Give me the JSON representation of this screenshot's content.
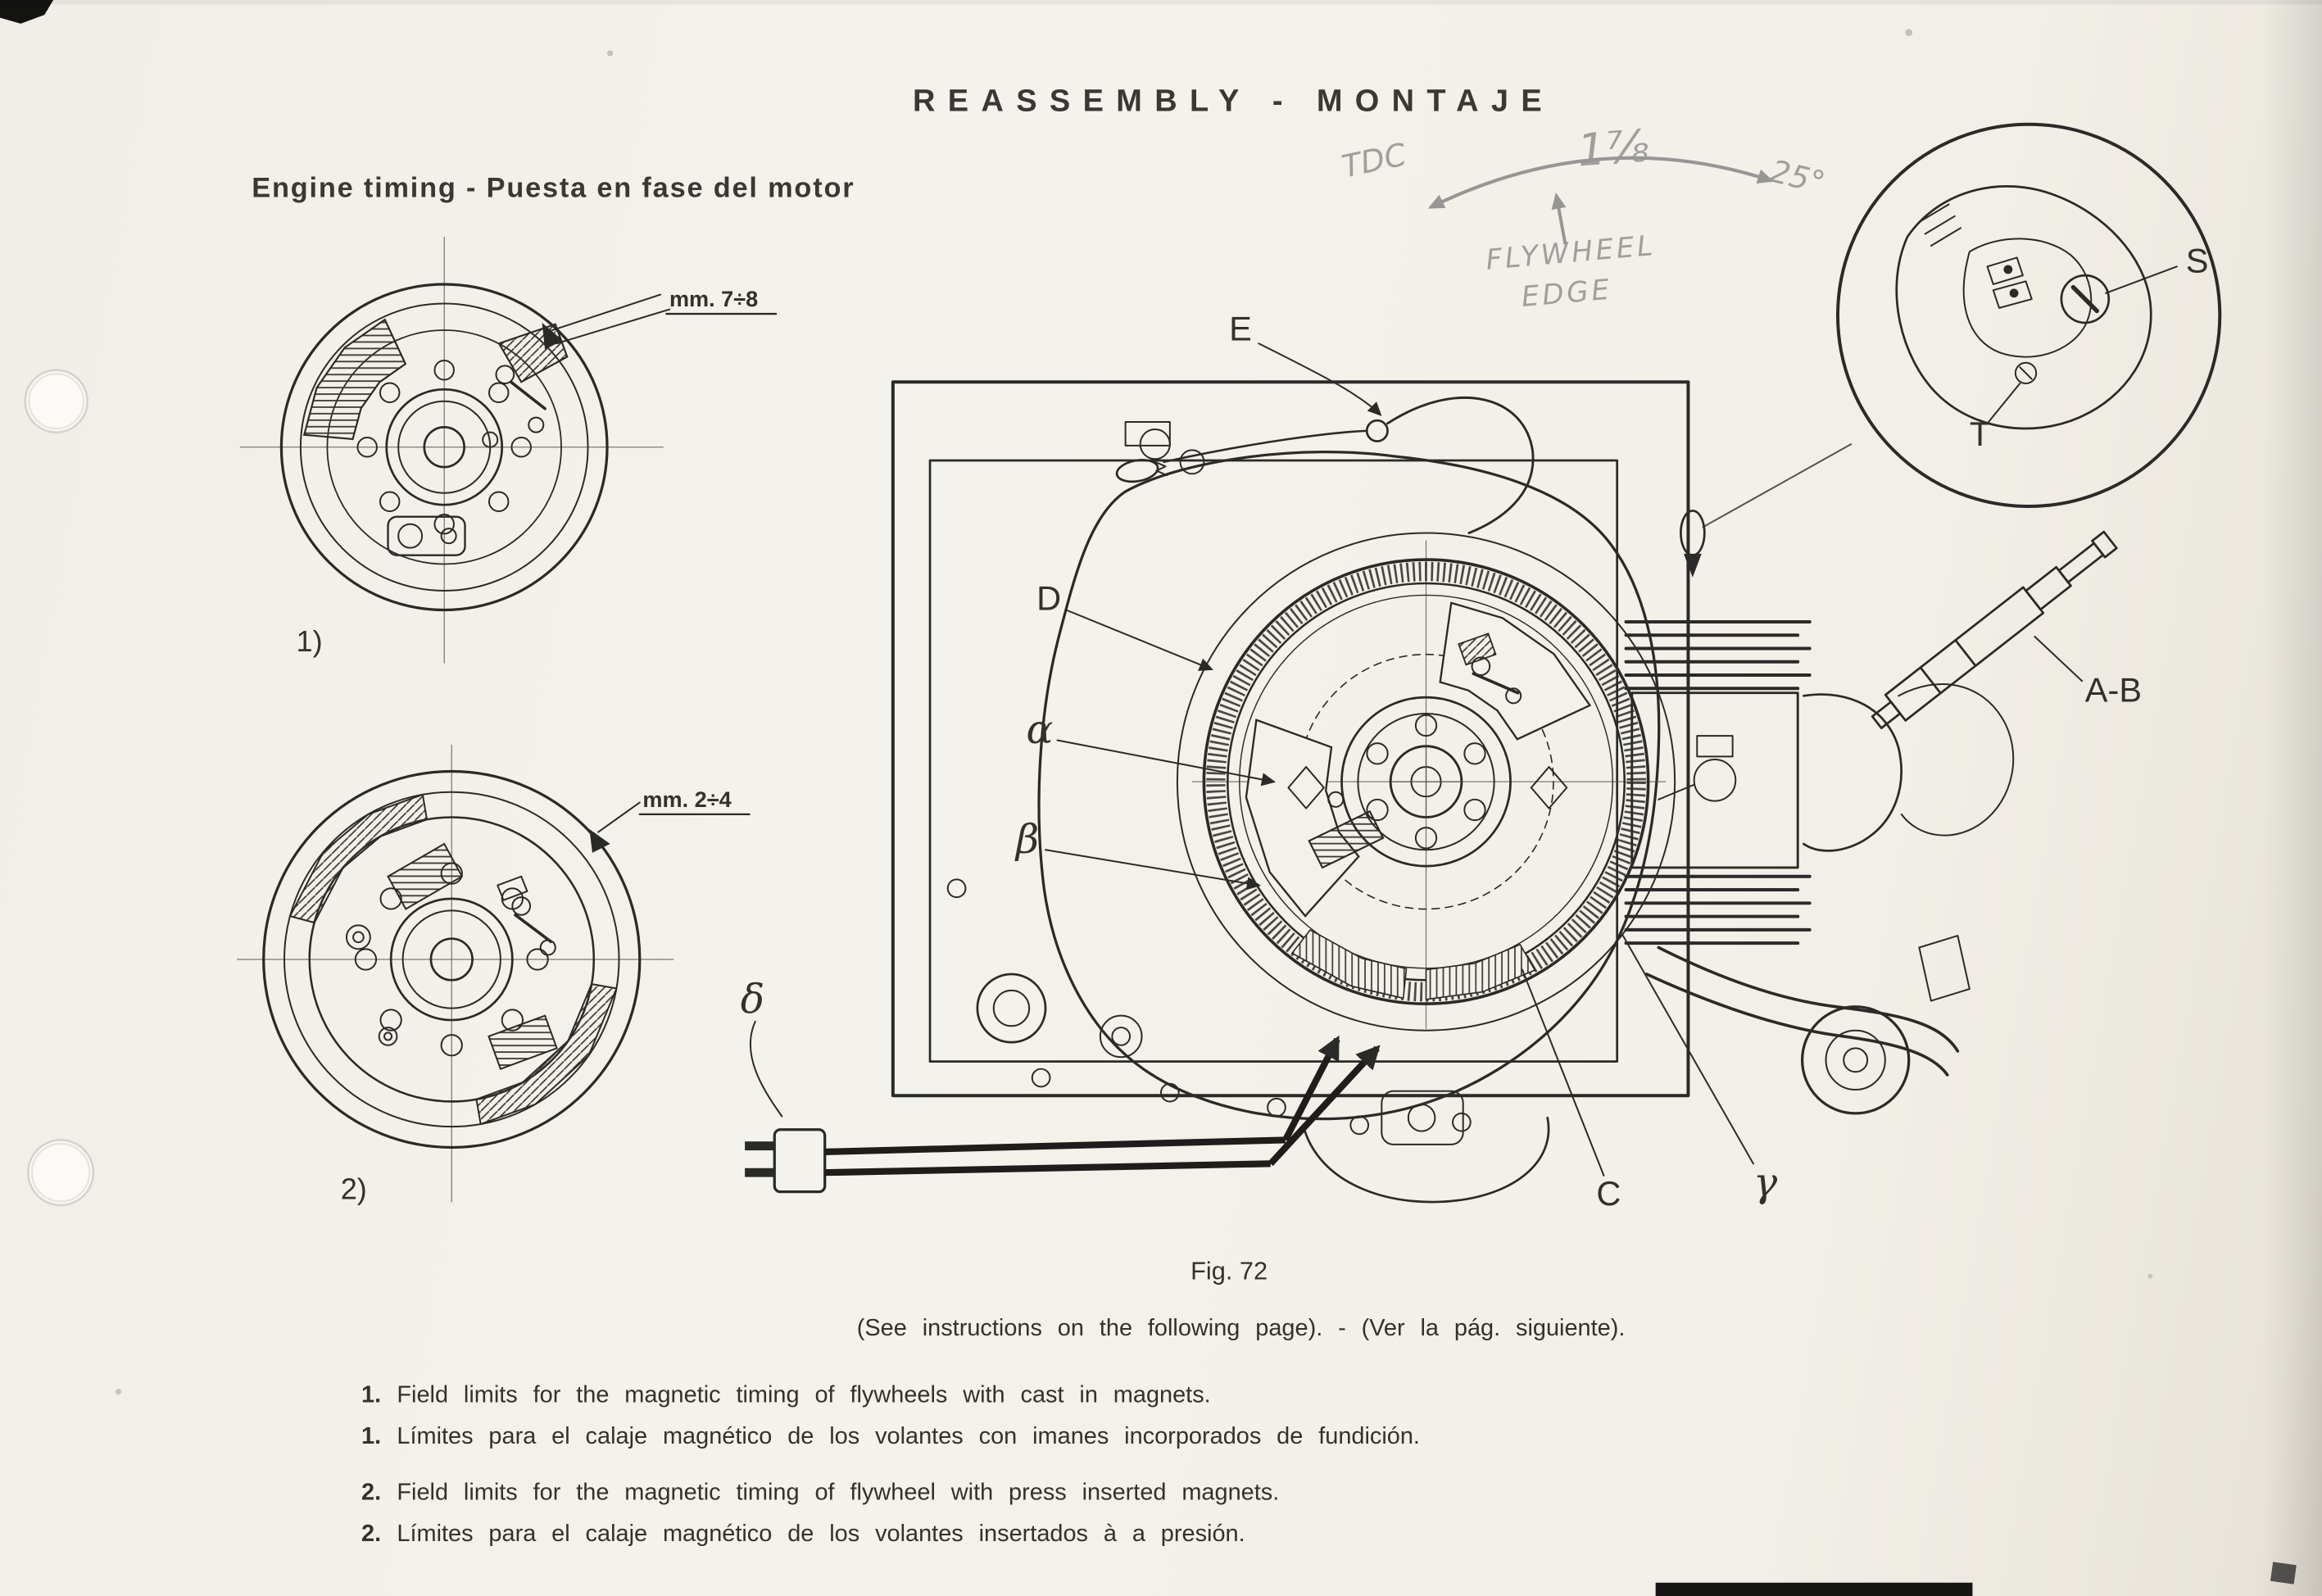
{
  "header": {
    "title": "REASSEMBLY - MONTAJE",
    "subtitle": "Engine timing - Puesta en fase del motor"
  },
  "handwritten": {
    "tdc": "TDC",
    "fraction": "1⅞",
    "angle": "25°",
    "flywheel": "FLYWHEEL",
    "edge": "EDGE"
  },
  "labels": {
    "mm_7_8": "mm. 7÷8",
    "mm_2_4": "mm. 2÷4",
    "item1": "1)",
    "item2": "2)",
    "e": "E",
    "d": "D",
    "alpha": "α",
    "beta": "β",
    "gamma": "γ",
    "delta": "δ",
    "c": "C",
    "ab": "A-B",
    "s": "S",
    "t": "T"
  },
  "caption": {
    "figure": "Fig. 72",
    "note": "(See instructions on the following page). - (Ver la pág. siguiente)."
  },
  "notes": [
    {
      "num": "1.",
      "text": "Field limits for the magnetic timing of flywheels with cast in magnets."
    },
    {
      "num": "1.",
      "text": "Límites para el calaje magnético de los volantes con imanes incorporados de fundición."
    },
    {
      "num": "2.",
      "text": "Field limits for the magnetic timing of flywheel with press inserted magnets."
    },
    {
      "num": "2.",
      "text": "Límites para el calaje magnético de los volantes insertados à a presión."
    }
  ]
}
